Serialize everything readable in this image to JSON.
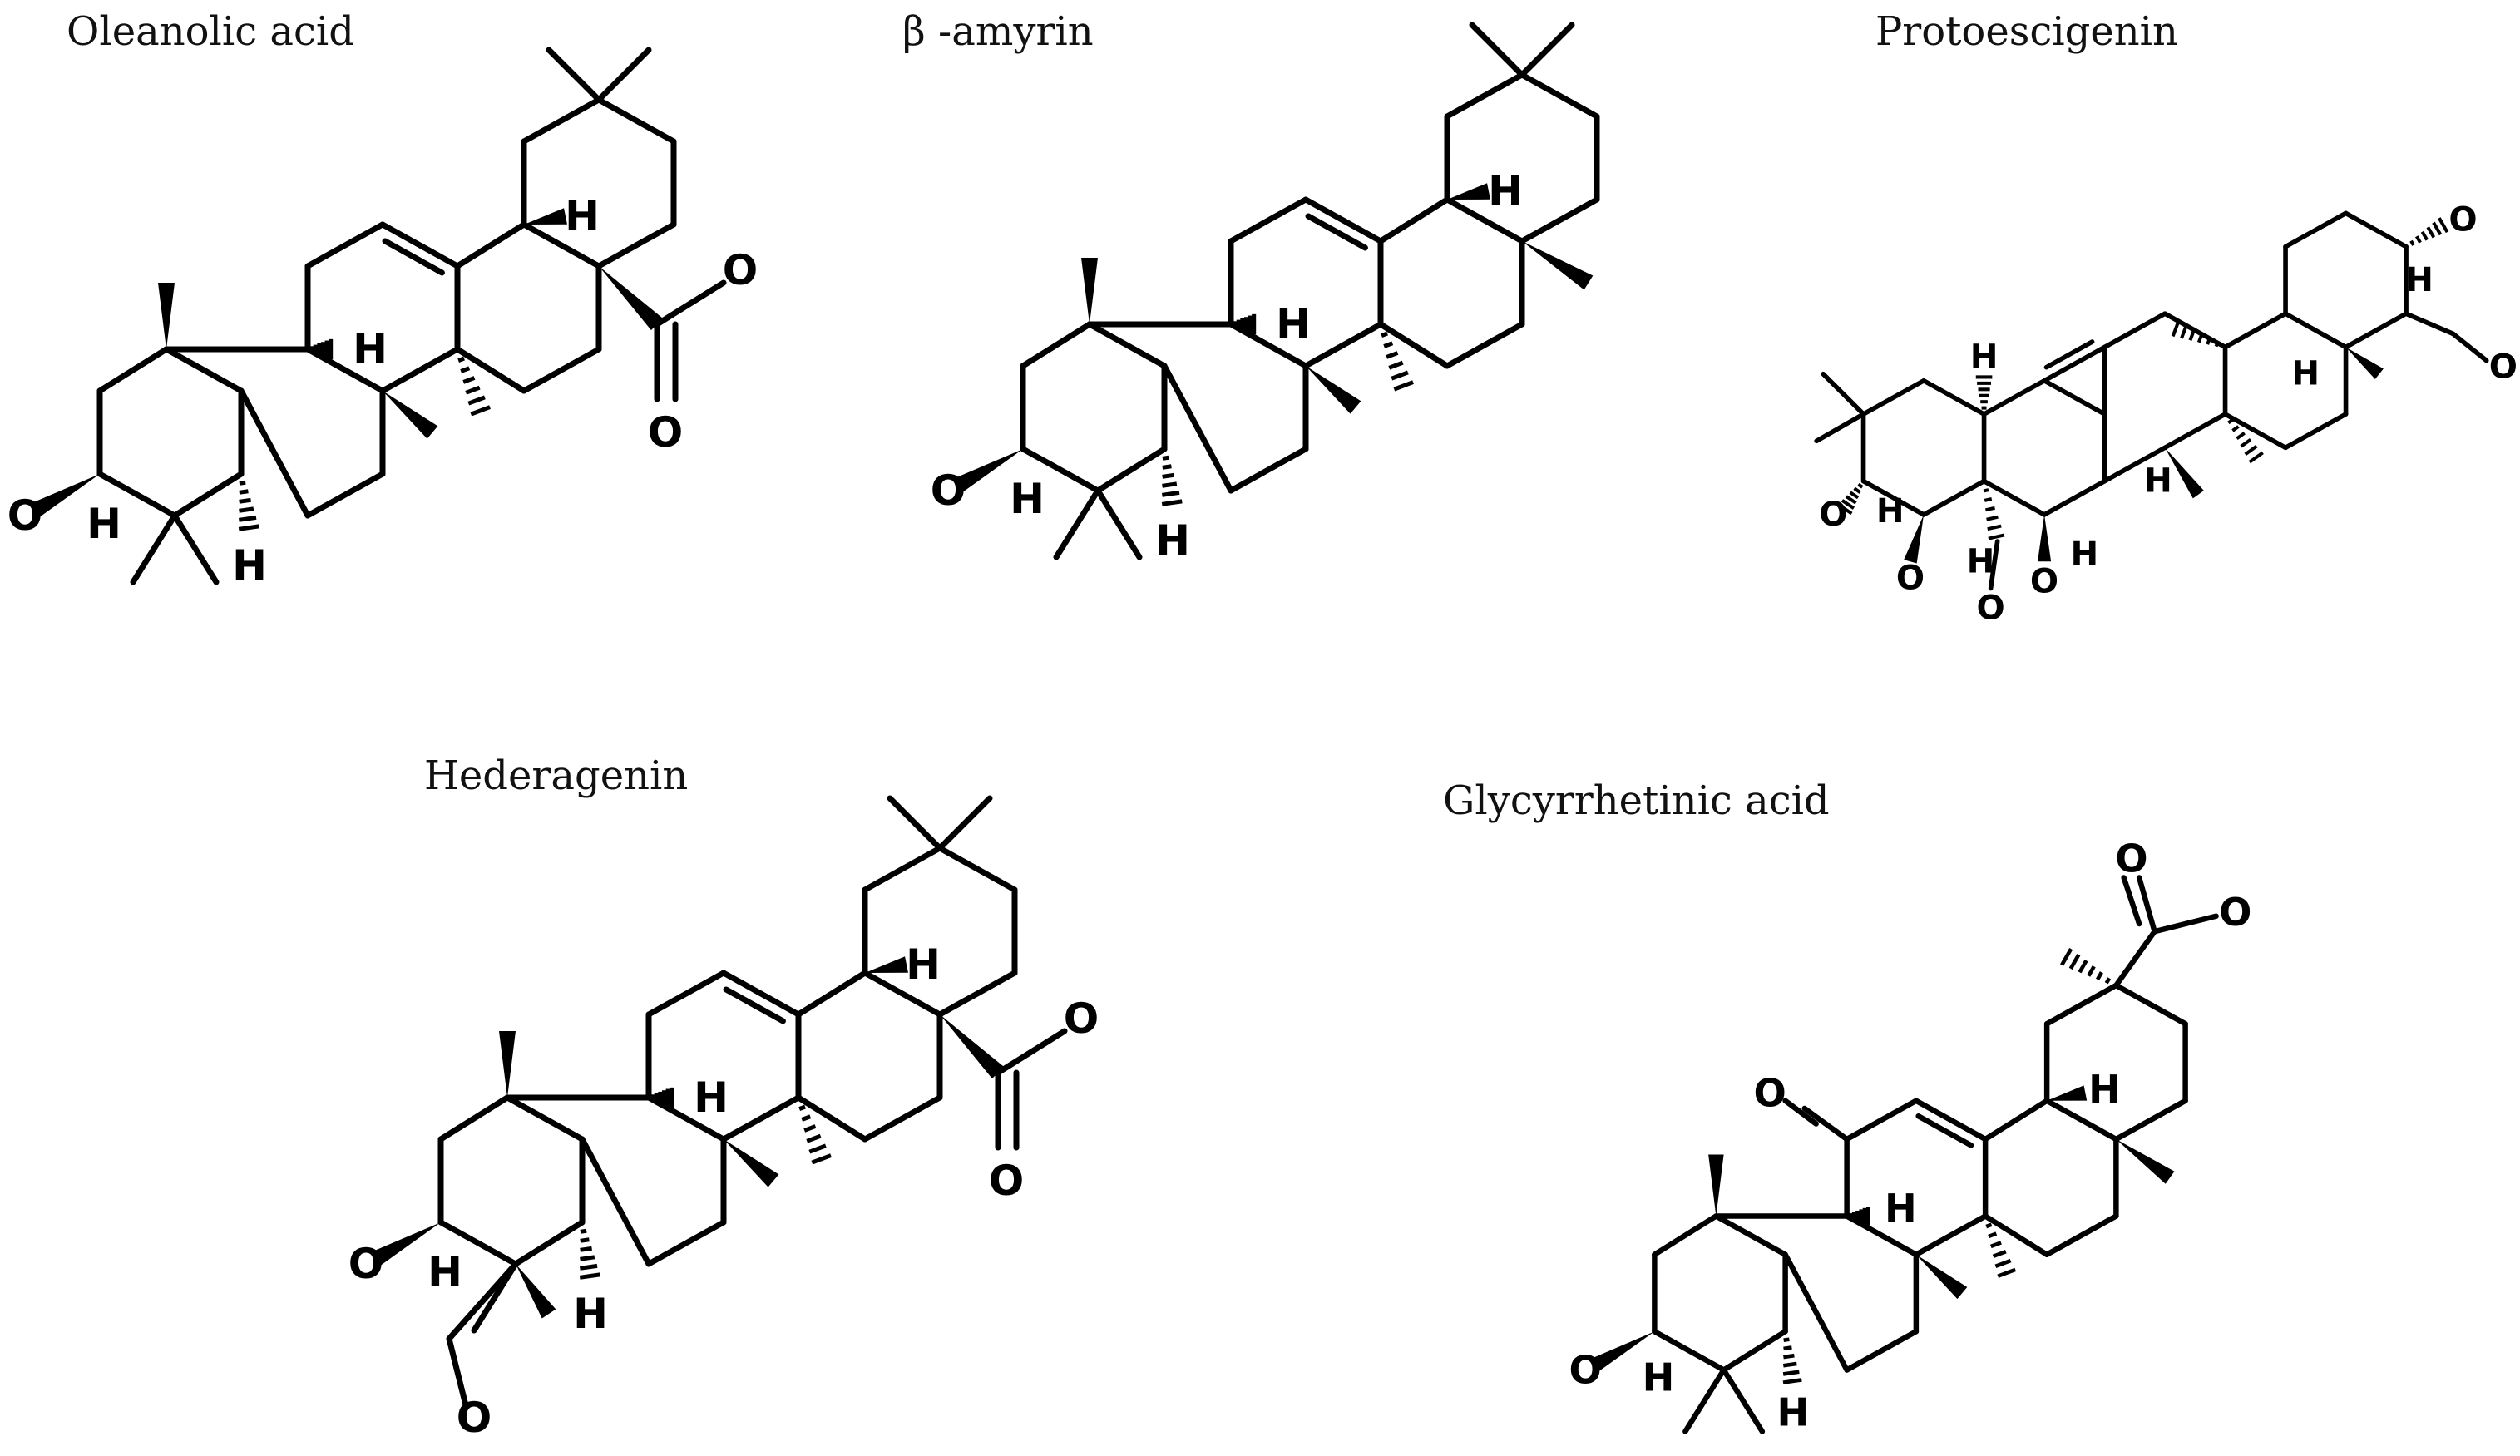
{
  "figure": {
    "titles": {
      "oleanolic": "Oleanolic acid",
      "amyrin": "β -amyrin",
      "protoescigenin": "Protoescigenin",
      "hederagenin": "Hederagenin",
      "glycyrrhetinic": "Glycyrrhetinic acid"
    },
    "atoms": {
      "H": "H",
      "O": "O"
    },
    "colors": {
      "bond": "#000000",
      "background": "#ffffff"
    }
  }
}
